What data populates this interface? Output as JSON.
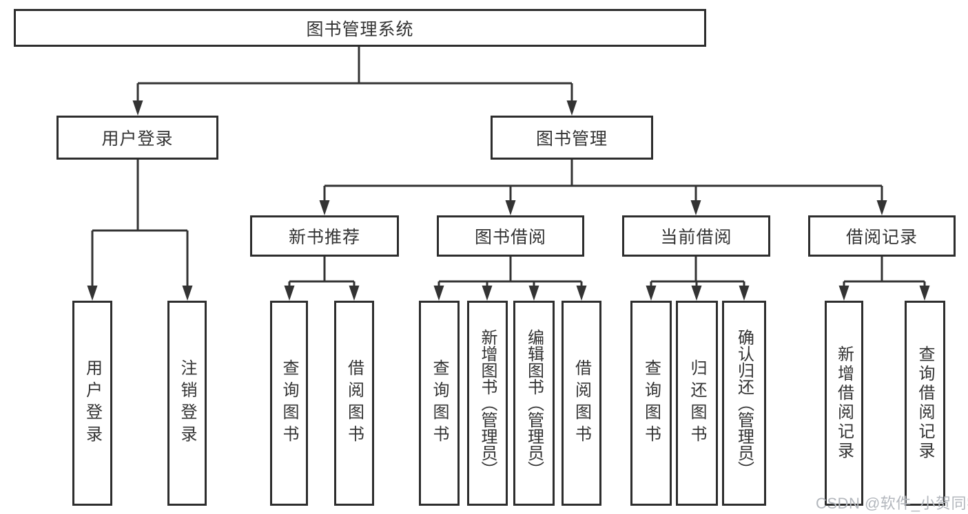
{
  "diagram": {
    "root": {
      "label": "图书管理系统"
    },
    "level2": [
      {
        "label": "用户登录"
      },
      {
        "label": "图书管理"
      }
    ],
    "level3": [
      {
        "label": "新书推荐"
      },
      {
        "label": "图书借阅"
      },
      {
        "label": "当前借阅"
      },
      {
        "label": "借阅记录"
      }
    ],
    "leaves": {
      "user_login": [
        "用户登录",
        "注销登录"
      ],
      "new_book_recommend": [
        "查询图书",
        "借阅图书"
      ],
      "book_borrowing": [
        "查询图书",
        "新增图书（管理员）",
        "编辑图书（管理员）",
        "借阅图书"
      ],
      "current_borrowing": [
        "查询图书",
        "归还图书",
        "确认归还（管理员）"
      ],
      "borrow_records": [
        "新增借阅记录",
        "查询借阅记录"
      ]
    },
    "colors": {
      "line": "#333333",
      "border": "#2d2d2d",
      "text": "#333333",
      "background": "#ffffff"
    }
  },
  "watermark": {
    "text": "CSDN @软件_小贺同学",
    "color": "#b3b7bd"
  }
}
